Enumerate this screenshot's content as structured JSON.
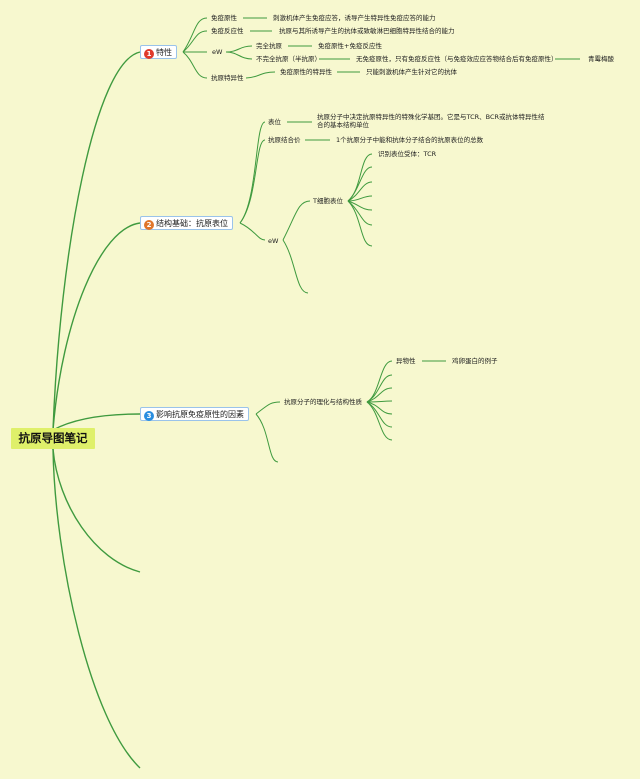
{
  "root": {
    "title": "抗原导图笔记"
  },
  "branch1": {
    "number": "1",
    "label": "特性",
    "badge_color": "#e03a2a",
    "immunogenicity": "免疫原性",
    "immunogenicity_desc": "刺激机体产生免疫应答，诱导产生特异性免疫应答的能力",
    "immunoreactivity": "免疫反应性",
    "immunoreactivity_desc": "抗原与其所诱导产生的抗体或致敏淋巴细胞特异性结合的能力",
    "ew": "eW",
    "complete_antigen": "完全抗原",
    "complete_antigen_desc": "免疫原性+免疫反应性",
    "incomplete_antigen": "不完全抗原（半抗原）",
    "incomplete_antigen_desc": "无免疫原性，只有免疫反应性（与免疫效应应答物结合后有免疫原性）",
    "incomplete_antigen_example": "青霉梅酸",
    "antigen_specificity": "抗原特异性",
    "antigen_specificity_sub": "免疫原性的特异性",
    "antigen_specificity_desc": "只能刺激机体产生针对它的抗体"
  },
  "branch2": {
    "number": "2",
    "label": "结构基础：抗原表位",
    "badge_color": "#e0762a",
    "epitope": "表位",
    "epitope_desc": "抗原分子中决定抗原特异性的特殊化学基团。它是与TCR、BCR或抗体特异性结合的基本结构单位",
    "valence": "抗原结合价",
    "valence_desc": "1个抗原分子中能和抗体分子结合的抗原表位的总数",
    "ew": "eW",
    "t_epitope": "T细胞表位",
    "t_receptor": "识别表位受体：TCR"
  },
  "branch3": {
    "number": "3",
    "label": "影响抗原免疫原性的因素",
    "badge_color": "#2a8ee0",
    "physchem": "抗原分子的理化与结构性质",
    "foreignness": "异物性",
    "foreignness_desc": "鸡卵蛋白的例子"
  }
}
